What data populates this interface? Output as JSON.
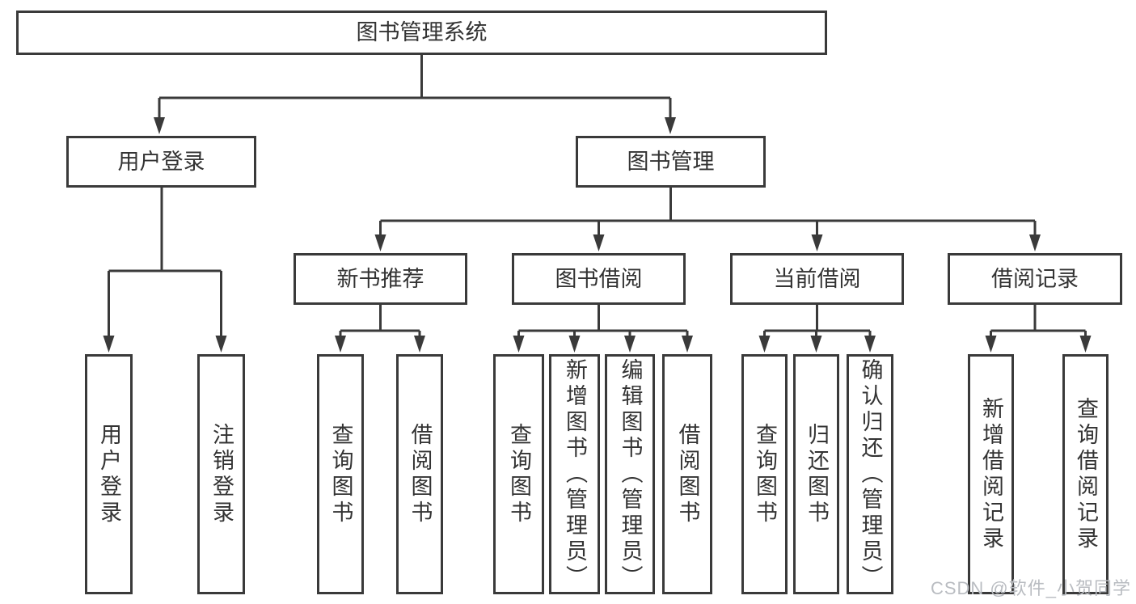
{
  "diagram_type": "hierarchy-tree",
  "tree": {
    "label": "图书管理系统",
    "children": [
      {
        "label": "用户登录",
        "children": [
          {
            "label": "用户登录"
          },
          {
            "label": "注销登录"
          }
        ]
      },
      {
        "label": "图书管理",
        "children": [
          {
            "label": "新书推荐",
            "children": [
              {
                "label": "查询图书"
              },
              {
                "label": "借阅图书"
              }
            ]
          },
          {
            "label": "图书借阅",
            "children": [
              {
                "label": "查询图书"
              },
              {
                "label": "新增图书（管理员）"
              },
              {
                "label": "编辑图书（管理员）"
              },
              {
                "label": "借阅图书"
              }
            ]
          },
          {
            "label": "当前借阅",
            "children": [
              {
                "label": "查询图书"
              },
              {
                "label": "归还图书"
              },
              {
                "label": "确认归还（管理员）"
              }
            ]
          },
          {
            "label": "借阅记录",
            "children": [
              {
                "label": "新增借阅记录"
              },
              {
                "label": "查询借阅记录"
              }
            ]
          }
        ]
      }
    ]
  },
  "watermark": {
    "text": "CSDN @软件_小贺同学"
  },
  "colors": {
    "line": "#3a3a3a",
    "text": "#333333",
    "box_bg": "#ffffff",
    "background": "#ffffff",
    "watermark": "#b9bcc1"
  }
}
